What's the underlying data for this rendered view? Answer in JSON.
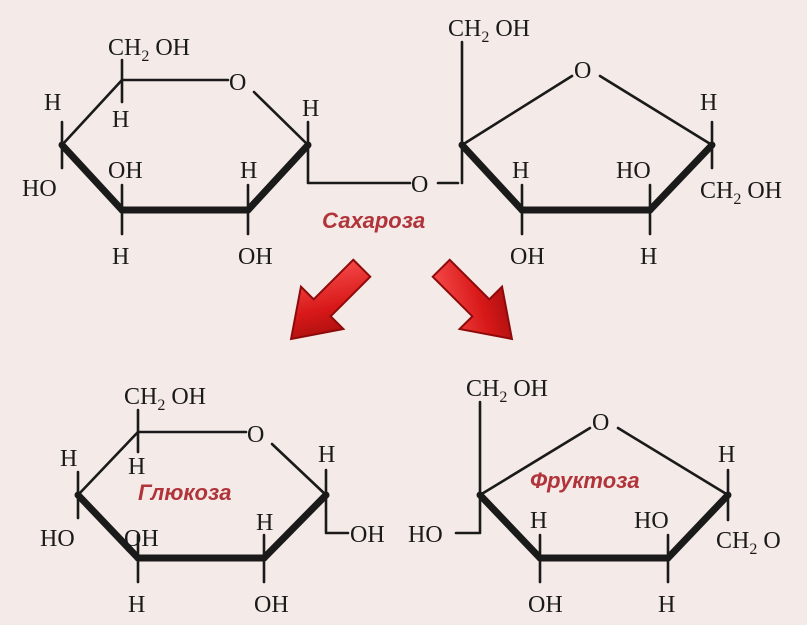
{
  "names": {
    "sucrose": "Сахароза",
    "glucose": "Глюкоза",
    "fructose": "Фруктоза"
  },
  "atoms": {
    "O": "O",
    "H": "H",
    "OH": "OH",
    "HO": "HO",
    "CH": "CH",
    "two": "2"
  },
  "colors": {
    "background": "#f4eae7",
    "bonds": "#1a1a1a",
    "name_text": "#b0343a",
    "arrow": "#d81818",
    "arrow_dark": "#8e0a0a"
  },
  "arrows": [
    "arrow-down-left",
    "arrow-down-right"
  ]
}
